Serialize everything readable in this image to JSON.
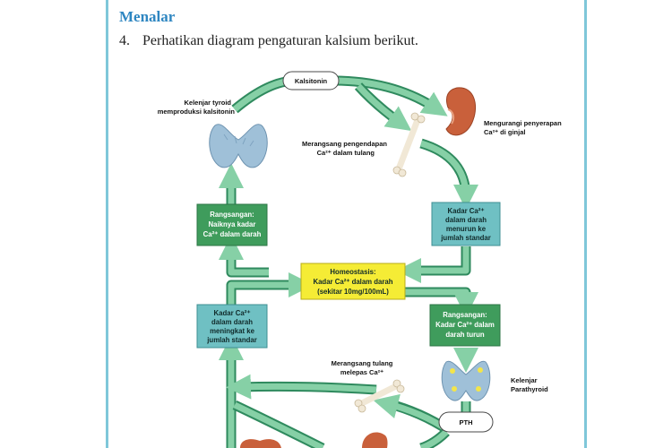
{
  "section_title": "Menalar",
  "question": {
    "number": "4.",
    "text": "Perhatikan diagram pengaturan kalsium berikut."
  },
  "diagram": {
    "kalsitonin": "Kalsitonin",
    "thyroid_label": [
      "Kelenjar tyroid",
      "memproduksi kalsitonin"
    ],
    "kidney_label": [
      "Mengurangi penyerapan",
      "Ca²⁺ di ginjal"
    ],
    "bone_top_label": [
      "Merangsang pengendapan",
      "Ca²⁺ dalam tulang"
    ],
    "box_stim_high": [
      "Rangsangan:",
      "Naiknya kadar",
      "Ca²⁺ dalam darah"
    ],
    "box_decrease": [
      "Kadar Ca²⁺",
      "dalam darah",
      "menurun ke",
      "jumlah standar"
    ],
    "homeostasis": [
      "Homeostasis:",
      "Kadar Ca²⁺ dalam darah",
      "(sekitar 10mg/100mL)"
    ],
    "box_increase": [
      "Kadar Ca²⁺",
      "dalam darah",
      "meningkat ke",
      "jumlah standar"
    ],
    "box_stim_low": [
      "Rangsangan:",
      "Kadar Ca²⁺ dalam",
      "darah turun"
    ],
    "bone_bottom_label": [
      "Merangsang tulang",
      "melepas Ca²⁺"
    ],
    "parathyroid_label": [
      "Kelenjar",
      "Parathyroid"
    ],
    "pth": "PTH",
    "colors": {
      "green_box": "#3f9c5c",
      "teal_box": "#6fc0c3",
      "yellow_box": "#f5ec35",
      "arrow": "#86d0a6"
    }
  }
}
